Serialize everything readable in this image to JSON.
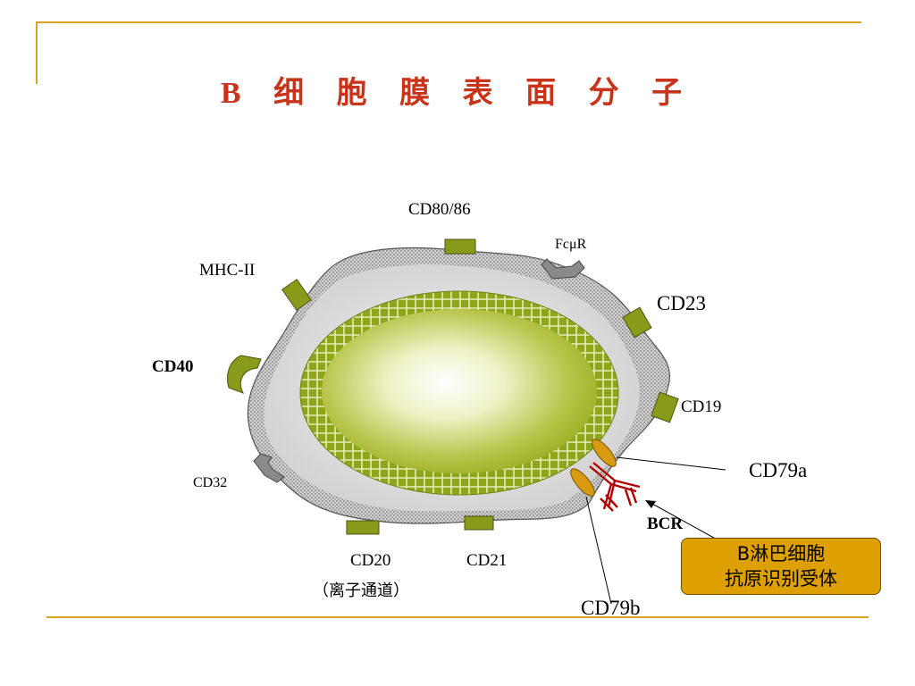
{
  "title": "B 细 胞 膜 表 面 分 子",
  "labels": {
    "cd80_86": "CD80/86",
    "fcmur": "FcμR",
    "mhc2": "MHC-II",
    "cd23": "CD23",
    "cd40": "CD40",
    "cd19": "CD19",
    "cd79a": "CD79a",
    "cd32": "CD32",
    "bcr": "BCR",
    "cd20": "CD20",
    "cd20_note": "（离子通道）",
    "cd21": "CD21",
    "cd79b": "CD79b"
  },
  "callout": {
    "line1": "B淋巴细胞",
    "line2": "抗原识别受体"
  },
  "colors": {
    "accent_line": "#d9a520",
    "title": "#c8341a",
    "receptor_green": "#8a9a1a",
    "receptor_gray": "#8a8a8a",
    "bcr_red": "#b00000",
    "cd79_orange": "#d89a10",
    "callout_fill": "#dda000"
  }
}
